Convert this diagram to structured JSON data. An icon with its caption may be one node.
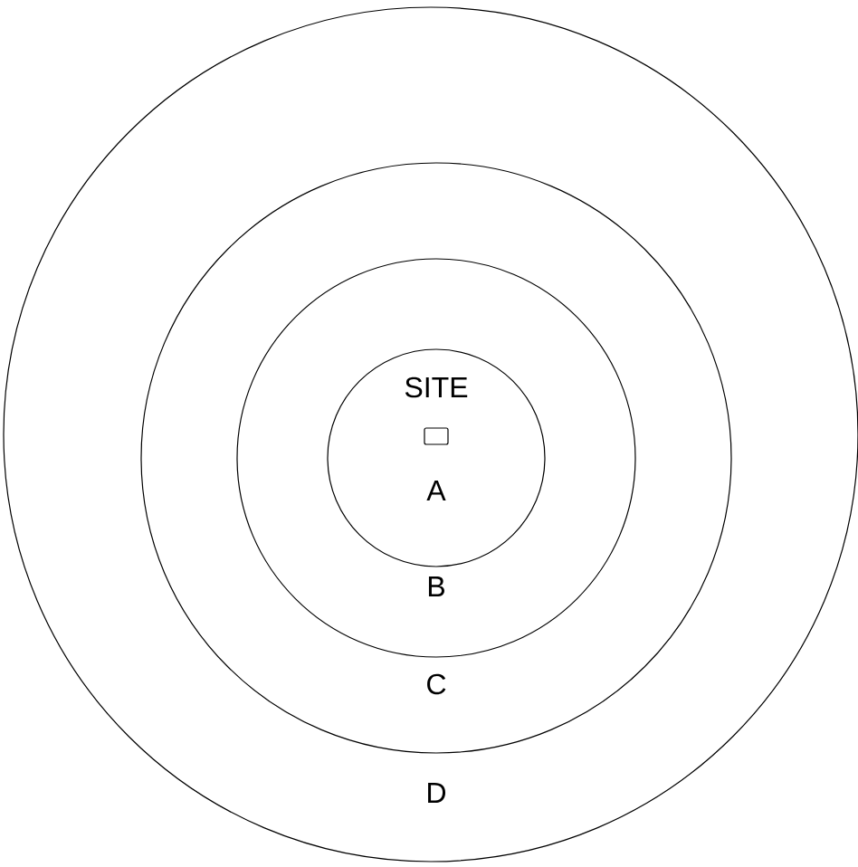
{
  "diagram": {
    "nodes": [
      {
        "text": [
          "D"
        ]
      },
      {
        "text": [
          "C"
        ],
        "in": 0
      },
      {
        "text": [
          "B"
        ],
        "in": 1
      },
      {
        "text": [
          "A"
        ],
        "in": 2
      },
      {
        "text": [
          "SITE"
        ],
        "in": 3
      }
    ]
  }
}
